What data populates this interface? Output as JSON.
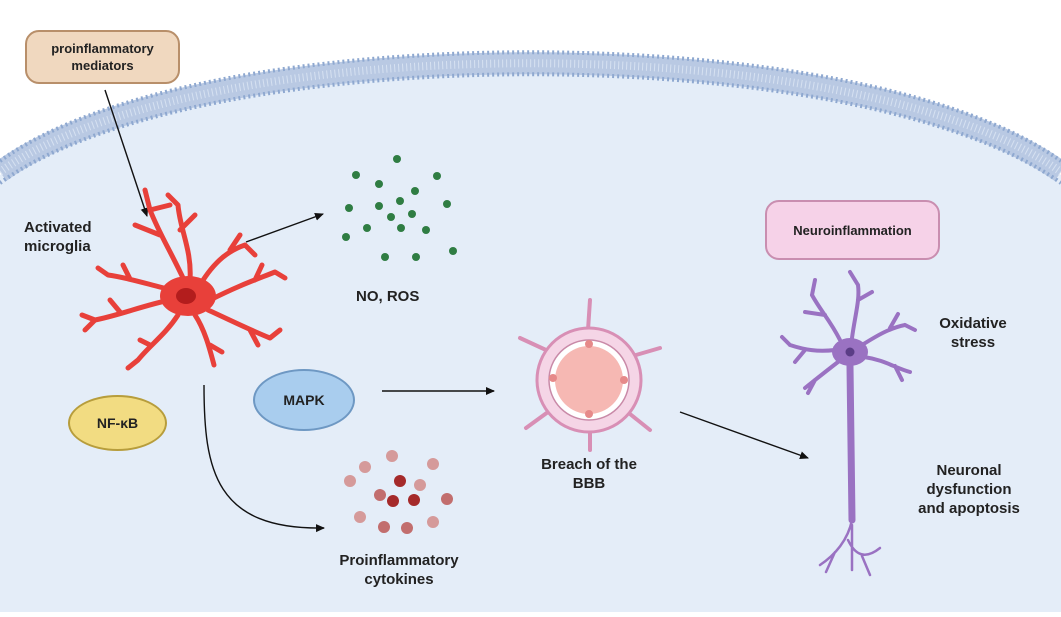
{
  "colors": {
    "cell_fill": "#e4edf8",
    "membrane": "#9fb6d8",
    "microglia": "#e8403a",
    "neuron": "#9a72c2",
    "no_ros": "#2f7d43",
    "cytokine_light": "#d59a9a",
    "cytokine_dark": "#a52a2a",
    "proinflammatory_box": "#f0d8bf",
    "neuroinflammation_box": "#f6d2e8",
    "mapk_oval": "#a9cdee",
    "nfkb_oval": "#f2dc82",
    "bbb_vessel": "#f4b7b7"
  },
  "nodes": {
    "proinflammatory_mediators": {
      "line1": "proinflammatory",
      "line2": "mediators"
    },
    "activated_microglia": {
      "line1": "Activated",
      "line2": "microglia"
    },
    "no_ros": {
      "text": "NO, ROS"
    },
    "nf_kb": {
      "text": "NF-κB"
    },
    "mapk": {
      "text": "MAPK"
    },
    "breach_bbb": {
      "line1": "Breach of the",
      "line2": "BBB"
    },
    "proinflammatory_cytokines": {
      "line1": "Proinflammatory",
      "line2": "cytokines"
    },
    "neuroinflammation": {
      "text": "Neuroinflammation"
    },
    "oxidative_stress": {
      "line1": "Oxidative",
      "line2": "stress"
    },
    "neuronal_dysfunction": {
      "line1": "Neuronal",
      "line2": "dysfunction",
      "line3": "and apoptosis"
    }
  },
  "icons": [
    "cell-membrane-icon",
    "microglia-icon",
    "no-ros-particles-icon",
    "cytokine-particles-icon",
    "blood-vessel-icon",
    "neuron-icon"
  ]
}
